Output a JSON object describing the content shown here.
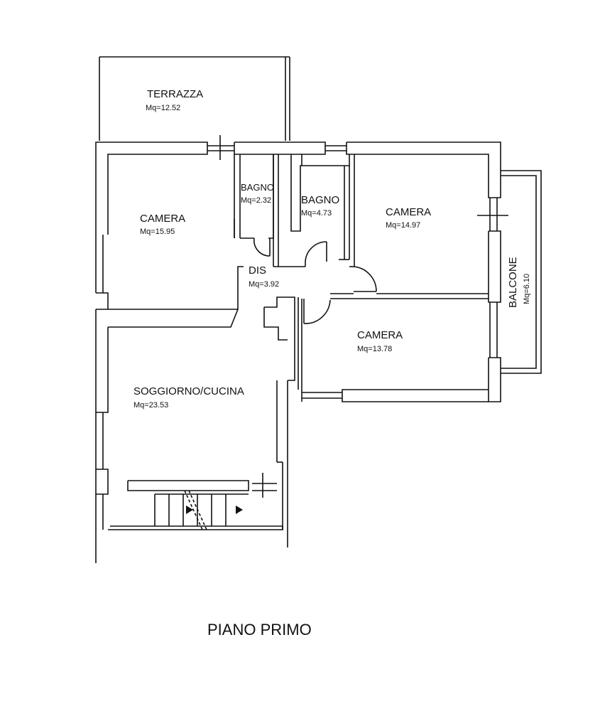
{
  "plan_title": "PIANO PRIMO",
  "rooms": {
    "terrazza": {
      "name": "TERRAZZA",
      "area": "Mq=12.52"
    },
    "camera_1": {
      "name": "CAMERA",
      "area": "Mq=15.95"
    },
    "bagno_1": {
      "name": "BAGNO",
      "area": "Mq=2.32"
    },
    "bagno_2": {
      "name": "BAGNO",
      "area": "Mq=4.73"
    },
    "camera_2": {
      "name": "CAMERA",
      "area": "Mq=14.97"
    },
    "dis": {
      "name": "DIS",
      "area": "Mq=3.92"
    },
    "camera_3": {
      "name": "CAMERA",
      "area": "Mq=13.78"
    },
    "soggiorno": {
      "name": "SOGGIORNO/CUCINA",
      "area": "Mq=23.53"
    },
    "balcone": {
      "name": "BALCONE",
      "area": "Mq=6.10"
    }
  }
}
